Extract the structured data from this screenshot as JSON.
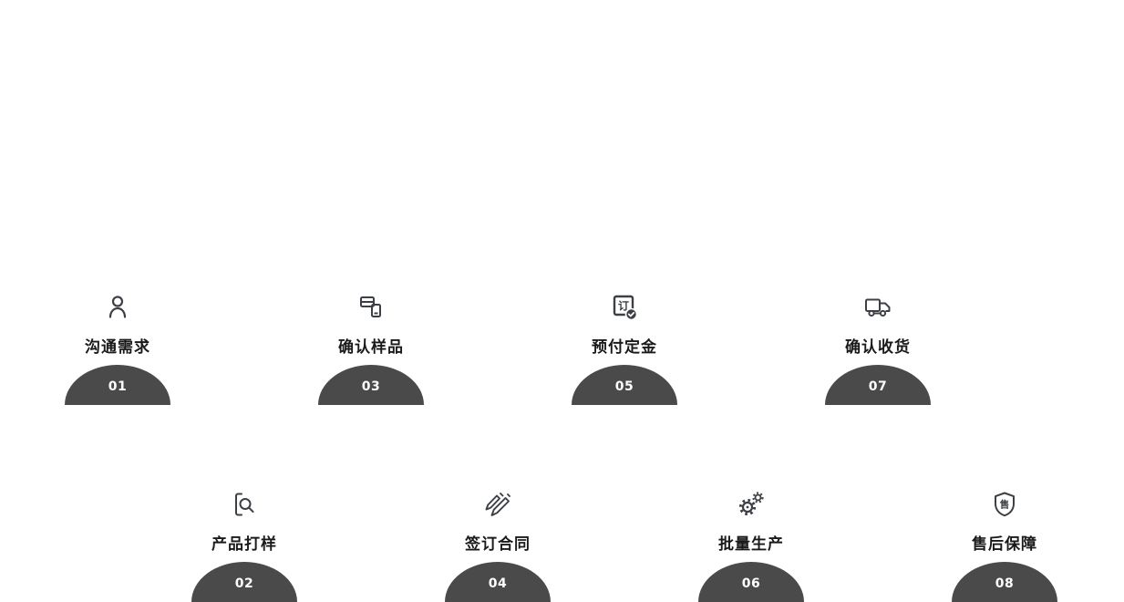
{
  "steps": [
    {
      "number": "01",
      "label": "沟通需求",
      "icon": "person-icon"
    },
    {
      "number": "02",
      "label": "产品打样",
      "icon": "document-search-icon"
    },
    {
      "number": "03",
      "label": "确认样品",
      "icon": "sample-cards-icon"
    },
    {
      "number": "04",
      "label": "签订合同",
      "icon": "crossed-pens-icon"
    },
    {
      "number": "05",
      "label": "预付定金",
      "icon": "order-check-icon",
      "icon_glyph": "订"
    },
    {
      "number": "06",
      "label": "批量生产",
      "icon": "gears-icon"
    },
    {
      "number": "07",
      "label": "确认收货",
      "icon": "truck-icon"
    },
    {
      "number": "08",
      "label": "售后保障",
      "icon": "shield-icon",
      "icon_glyph": "售"
    }
  ],
  "colors": {
    "dome": "#4a4a4b",
    "icon": "#3c4046",
    "label": "#1a1a1a",
    "badge_text": "#ffffff",
    "background": "#ffffff"
  }
}
